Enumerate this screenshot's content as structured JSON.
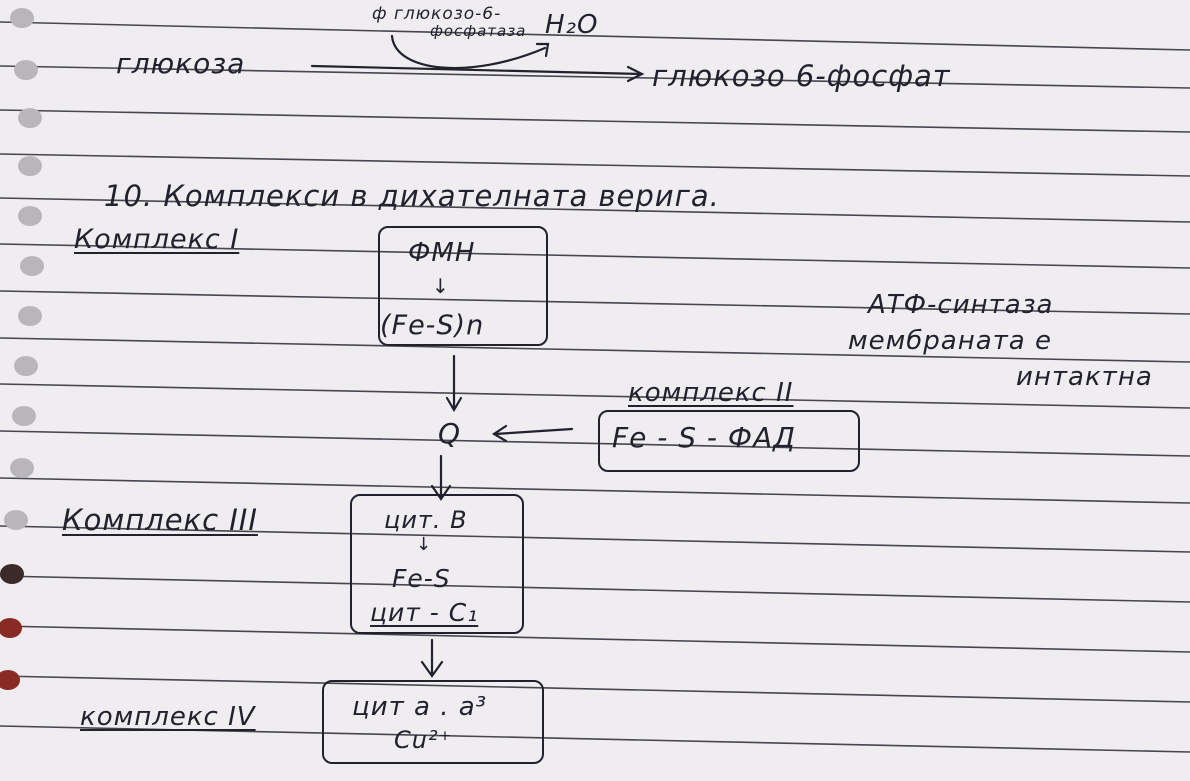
{
  "reaction": {
    "substrate": "глюкоза",
    "product": "глюкозо 6-фосфат",
    "enzyme_line1": "ф глюкозо-6-",
    "enzyme_line2": "фосфатаза",
    "water": "H₂O"
  },
  "heading": "10. Комплекси в дихателната верига.",
  "complex1": {
    "label": "Комплекс I",
    "items": [
      "ФМН",
      "↓",
      "(Fe-S)n"
    ]
  },
  "side_note": {
    "line1": "АТФ-синтаза",
    "line2": "мембраната е",
    "line3": "интактна"
  },
  "complex2": {
    "label": "комплекс II",
    "content": "Fe - S - ФАД"
  },
  "q_label": "Q",
  "complex3": {
    "label": "Комплекс III",
    "items": [
      "цит. B",
      "↓",
      "Fe-S",
      "цит - C₁"
    ]
  },
  "complex4": {
    "label": "комплекс IV",
    "line1": "цит а . а³",
    "line2": "Cu²⁺"
  },
  "colors": {
    "paper": "#efedf0",
    "rule_line": "#2a2a33",
    "ink": "#22222e"
  }
}
